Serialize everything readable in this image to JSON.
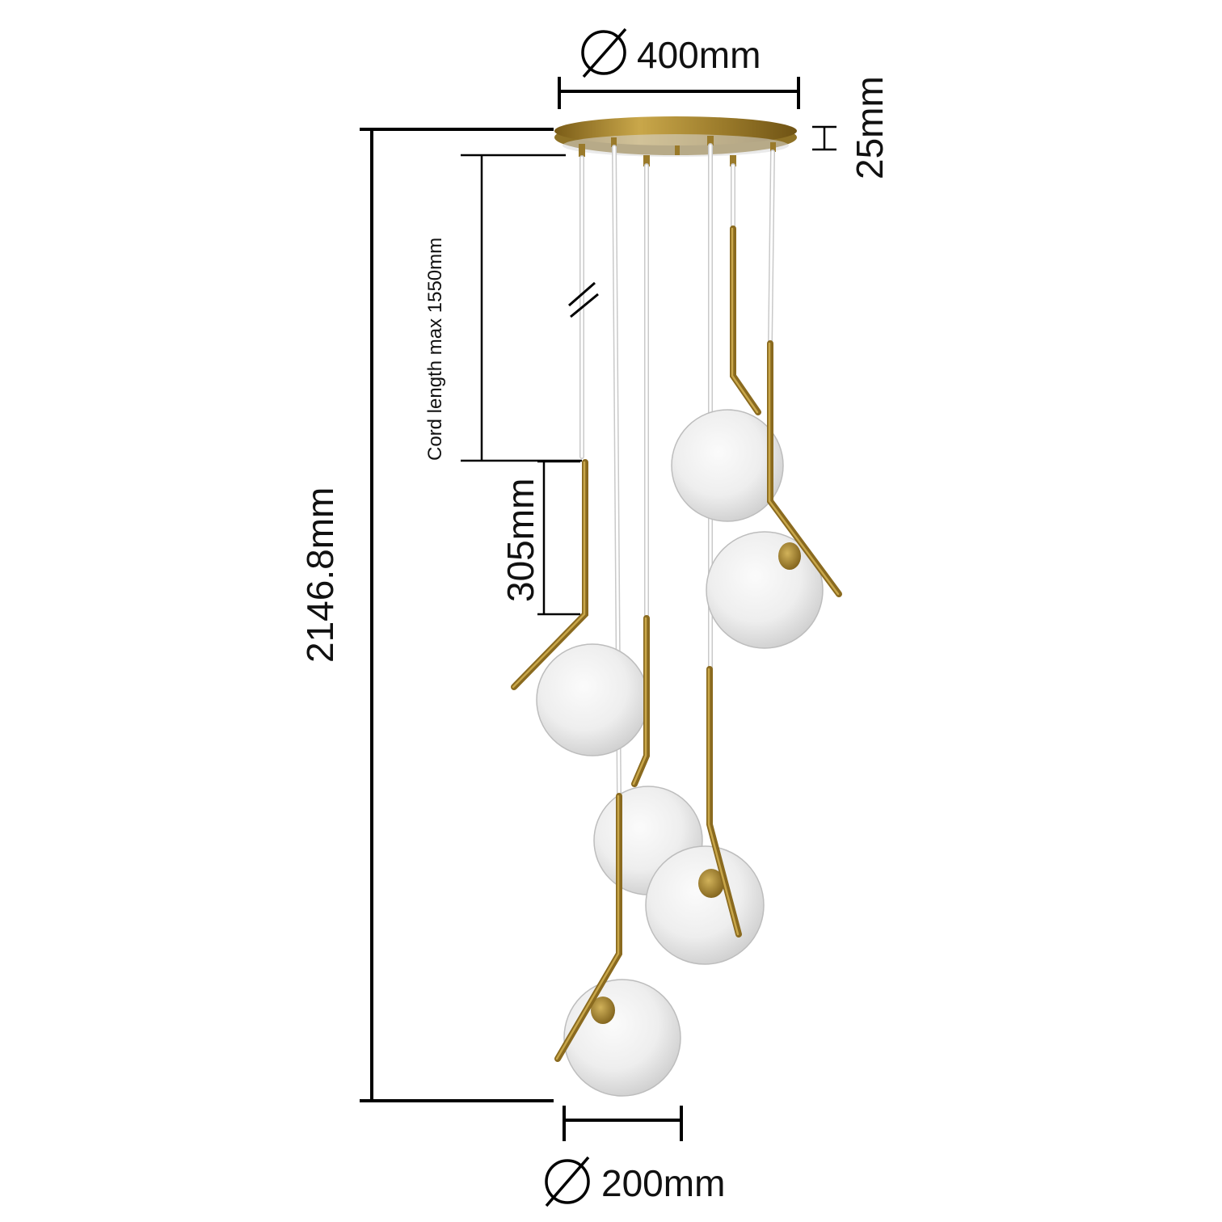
{
  "dimensions": {
    "canopy_diameter": "400mm",
    "canopy_height": "25mm",
    "total_height": "2146.8mm",
    "cord_length": "Cord length max 1550mm",
    "rod_length": "305mm",
    "globe_diameter": "200mm"
  },
  "symbols": {
    "diameter": "⌀"
  },
  "colors": {
    "brass": "#a8862f",
    "brass_dark": "#7a5c17",
    "glass": "#f2f2f2",
    "line": "#000000"
  }
}
